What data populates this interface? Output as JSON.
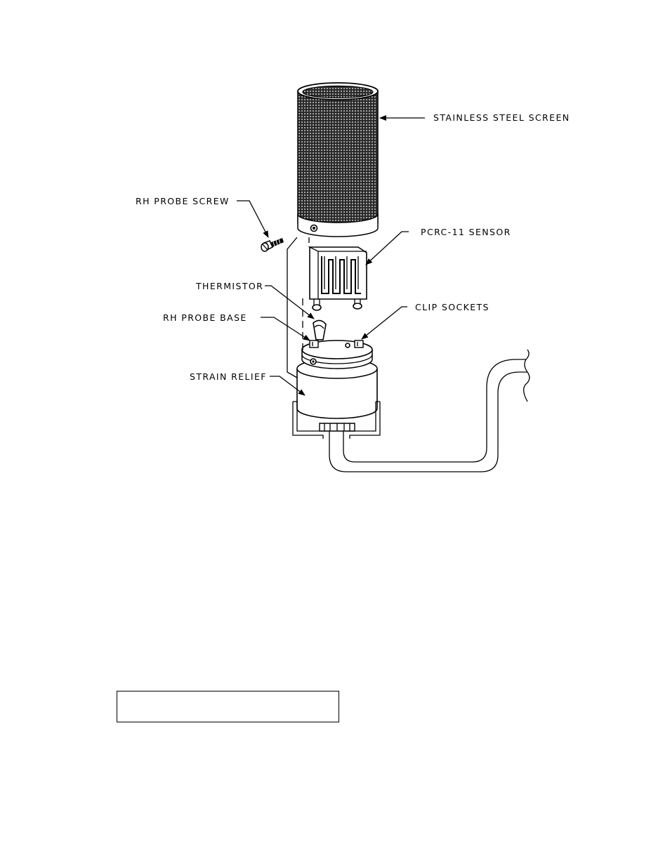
{
  "labels": {
    "screen": "STAINLESS STEEL SCREEN",
    "screw": "RH PROBE SCREW",
    "sensor": "PCRC-11 SENSOR",
    "thermistor": "THERMISTOR",
    "clip_sockets": "CLIP SOCKETS",
    "base": "RH PROBE BASE",
    "strain_relief": "STRAIN RELIEF"
  },
  "caption": ""
}
